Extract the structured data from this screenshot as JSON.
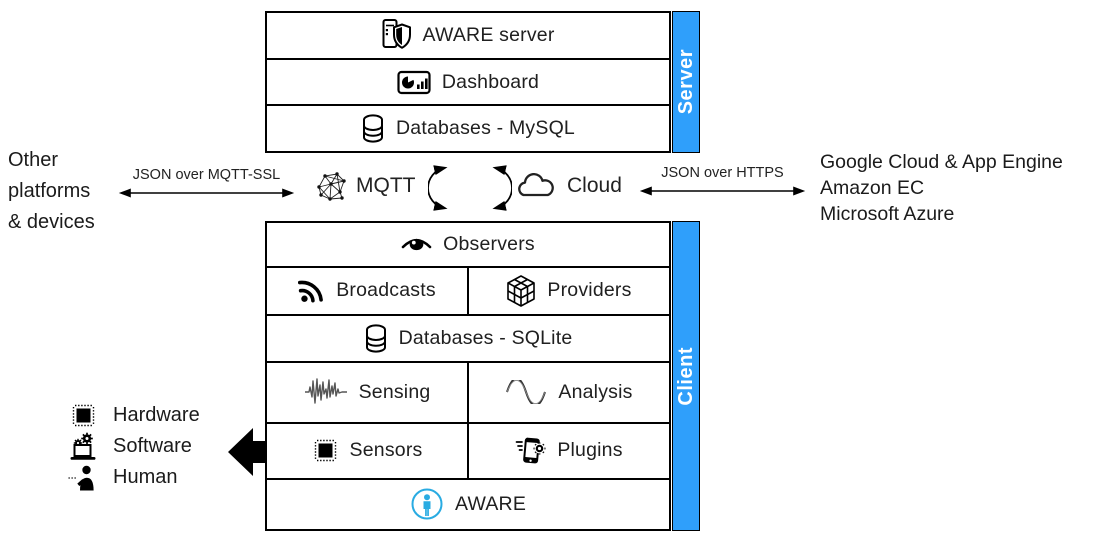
{
  "colors": {
    "accent_blue": "#2F9FFB",
    "aware_cyan": "#29ABE2",
    "ink": "#000000"
  },
  "server": {
    "bar_label": "Server",
    "rows": [
      {
        "icon": "server-shield-icon",
        "label": "AWARE server"
      },
      {
        "icon": "dashboard-icon",
        "label": "Dashboard"
      },
      {
        "icon": "database-icon",
        "label": "Databases - MySQL"
      }
    ]
  },
  "client": {
    "bar_label": "Client",
    "rows": [
      {
        "cells": [
          {
            "icon": "eye-icon",
            "label": "Observers"
          }
        ]
      },
      {
        "cells": [
          {
            "icon": "broadcast-icon",
            "label": "Broadcasts"
          },
          {
            "icon": "cube-icon",
            "label": "Providers"
          }
        ]
      },
      {
        "cells": [
          {
            "icon": "database-icon",
            "label": "Databases - SQLite"
          }
        ]
      },
      {
        "cells": [
          {
            "icon": "waveform-icon",
            "label": "Sensing"
          },
          {
            "icon": "sine-icon",
            "label": "Analysis"
          }
        ]
      },
      {
        "cells": [
          {
            "icon": "chip-icon",
            "label": "Sensors"
          },
          {
            "icon": "phone-gear-icon",
            "label": "Plugins"
          }
        ]
      },
      {
        "cells": [
          {
            "icon": "aware-person-icon",
            "label": "AWARE"
          }
        ]
      }
    ]
  },
  "hub": {
    "mqtt_label": "MQTT",
    "cloud_label": "Cloud"
  },
  "links": {
    "left": {
      "label": "JSON over MQTT-SSL"
    },
    "right": {
      "label": "JSON over HTTPS"
    }
  },
  "external": {
    "left_lines": [
      "Other",
      "platforms",
      "& devices"
    ],
    "right_lines": [
      "Google Cloud & App Engine",
      "Amazon EC",
      "Microsoft Azure"
    ]
  },
  "legend": {
    "items": [
      {
        "icon": "chip-icon",
        "label": "Hardware"
      },
      {
        "icon": "laptop-gears-icon",
        "label": "Software"
      },
      {
        "icon": "human-icon",
        "label": "Human"
      }
    ]
  }
}
